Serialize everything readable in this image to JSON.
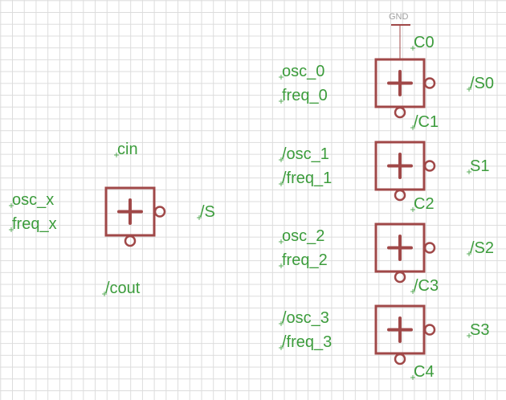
{
  "colors": {
    "wire": "#5aa85a",
    "symbol": "#a04848",
    "label": "#3c9c3c",
    "gnd_text": "#a0a0a0"
  },
  "single_adder": {
    "inputs": [
      "osc_x",
      "freq_x"
    ],
    "carry_in": "cin",
    "carry_out": "/cout",
    "output": "/S"
  },
  "gnd_label": "GND",
  "chain": [
    {
      "carry_in": "C0",
      "inputs": [
        "osc_0",
        "freq_0"
      ],
      "output": "/S0"
    },
    {
      "carry_in": "/C1",
      "inputs": [
        "/osc_1",
        "/freq_1"
      ],
      "output": "S1"
    },
    {
      "carry_in": "C2",
      "inputs": [
        "osc_2",
        "freq_2"
      ],
      "output": "/S2"
    },
    {
      "carry_in": "/C3",
      "inputs": [
        "/osc_3",
        "/freq_3"
      ],
      "output": "S3"
    }
  ],
  "chain_carry_out": "C4"
}
